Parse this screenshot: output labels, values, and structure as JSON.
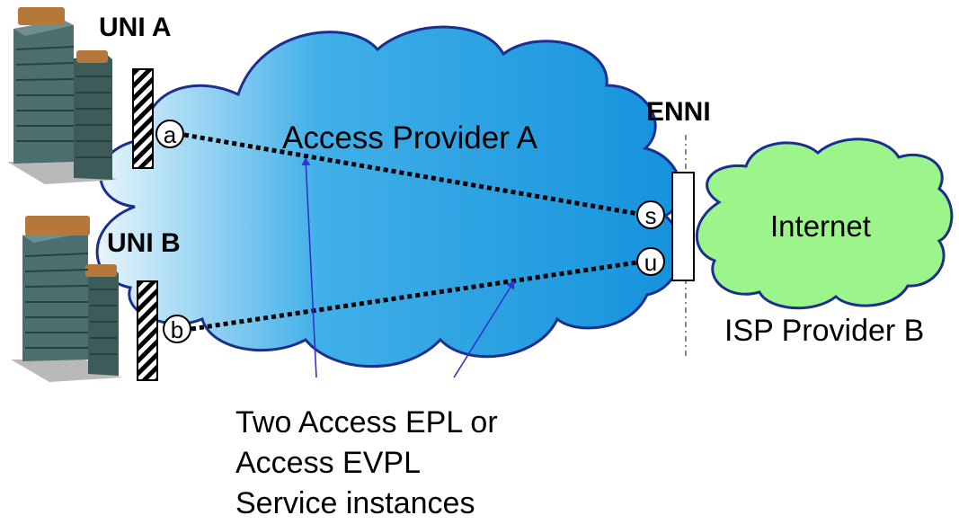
{
  "labels": {
    "uni_a": "UNI A",
    "uni_b": "UNI B",
    "enni": "ENNI",
    "access_provider": "Access Provider A",
    "internet": "Internet",
    "isp_provider": "ISP Provider B",
    "note_lines": [
      "Two Access EPL or",
      "Access EVPL",
      "Service instances"
    ]
  },
  "endpoints": {
    "a": "a",
    "b": "b",
    "s": "s",
    "u": "u"
  },
  "colors": {
    "access_cloud_dark": "#1c9ce0",
    "access_cloud_light": "#e6f4fc",
    "access_cloud_stroke": "#1b2f8f",
    "internet_cloud_fill": "#9cf58a",
    "internet_cloud_stroke": "#1b2f8f",
    "arrow": "#3333cc",
    "building_wall": "#4a6f6d",
    "building_roof": "#b5773a"
  }
}
